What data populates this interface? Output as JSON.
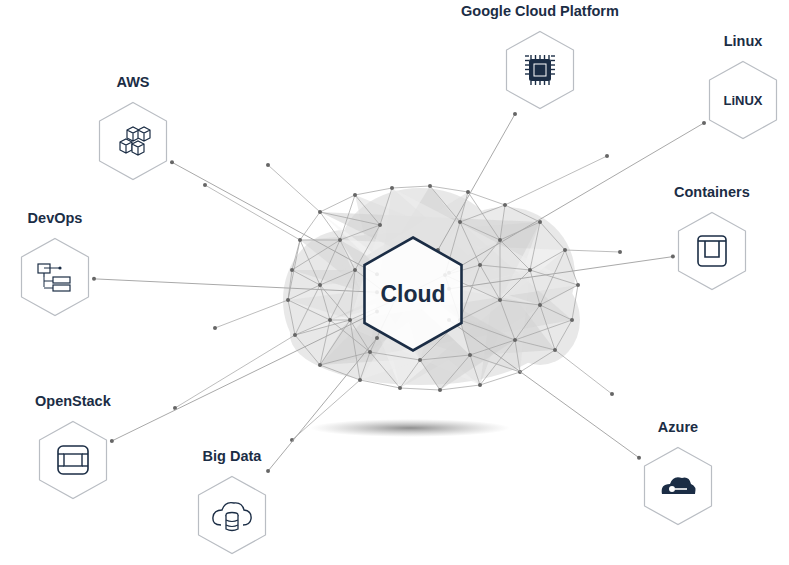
{
  "diagram": {
    "nodes": [
      {
        "text": [
          "Google Cloud Platform"
        ]
      },
      {
        "text": [
          "Linux",
          "LiNUX"
        ]
      },
      {
        "text": [
          "AWS"
        ]
      },
      {
        "text": [
          "Containers"
        ]
      },
      {
        "text": [
          "DevOps"
        ]
      },
      {
        "text": [
          "Cloud"
        ]
      },
      {
        "text": [
          "OpenStack"
        ]
      },
      {
        "text": [
          "Azure"
        ]
      },
      {
        "text": [
          "Big Data"
        ]
      }
    ],
    "edges": [
      {
        "from": 5,
        "to": 0,
        "arrow": "none"
      },
      {
        "from": 5,
        "to": 1,
        "arrow": "none"
      },
      {
        "from": 5,
        "to": 2,
        "arrow": "none"
      },
      {
        "from": 5,
        "to": 3,
        "arrow": "none"
      },
      {
        "from": 5,
        "to": 4,
        "arrow": "none"
      },
      {
        "from": 5,
        "to": 6,
        "arrow": "none"
      },
      {
        "from": 5,
        "to": 7,
        "arrow": "none"
      },
      {
        "from": 5,
        "to": 8,
        "arrow": "none"
      }
    ]
  }
}
